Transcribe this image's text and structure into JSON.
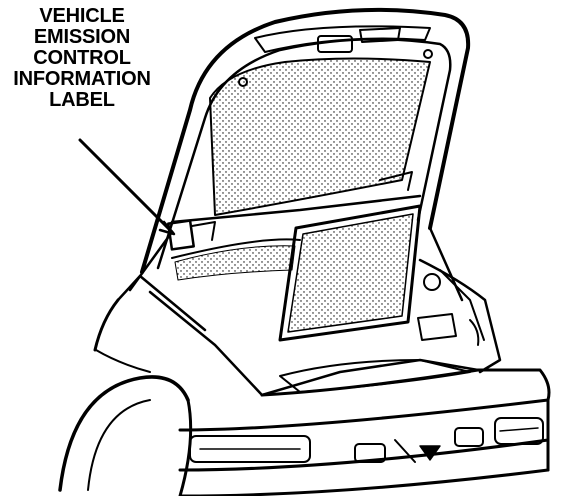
{
  "callout": {
    "lines": [
      "VEHICLE",
      "EMISSION",
      "CONTROL",
      "INFORMATION",
      "LABEL"
    ]
  },
  "colors": {
    "ink": "#000000",
    "background": "#ffffff"
  }
}
